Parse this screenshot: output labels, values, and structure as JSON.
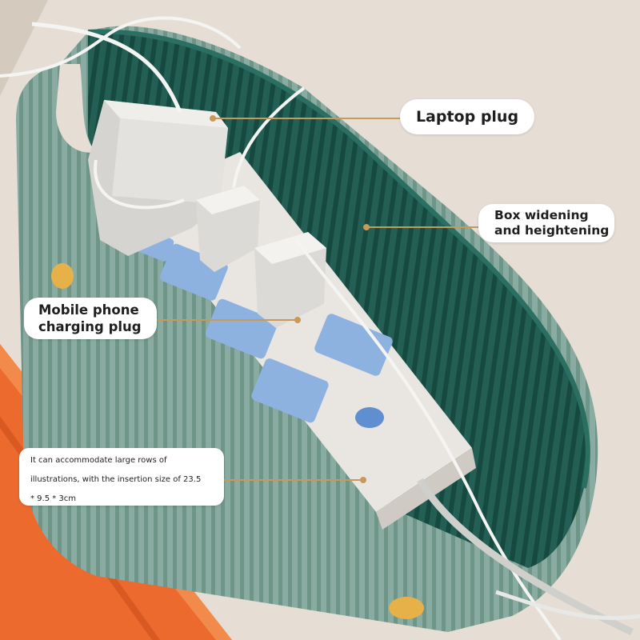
{
  "colors": {
    "background": "#e6ddd5",
    "box_outer": "#7fa298",
    "box_inner": "#1f5c52",
    "accent_line": "#c89a5a",
    "orange_board": "#ec6a2e"
  },
  "labels": {
    "laptop_plug": "Laptop plug",
    "box_widening": [
      "Box widening",
      "and heightening"
    ],
    "mobile_phone": [
      "Mobile phone",
      "charging plug"
    ],
    "size_note": [
      "It can accommodate large rows of",
      "illustrations, with the insertion size of 23.5",
      "* 9.5 * 3cm"
    ]
  }
}
